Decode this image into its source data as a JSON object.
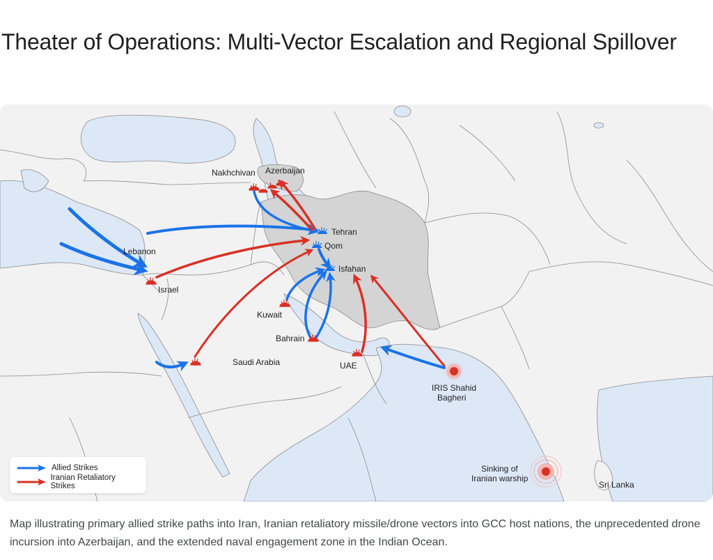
{
  "title": "Theater of Operations: Multi-Vector Escalation and Regional Spillover",
  "colors": {
    "allied": "#1a73e8",
    "iranian": "#d93025",
    "land": "#f2f2f2",
    "water": "#dde8f7",
    "iran_highlight": "#d4d4d4",
    "border": "#8a8a8a"
  },
  "map": {
    "labels": {
      "nakhchivan": "Nakhchivan",
      "azerbaijan": "Azerbaijan",
      "tehran": "Tehran",
      "qom": "Qom",
      "isfahan": "Isfahan",
      "lebanon": "Lebanon",
      "israel": "Israel",
      "kuwait": "Kuwait",
      "bahrain": "Bahrain",
      "saudi_arabia": "Saudi Arabia",
      "uae": "UAE",
      "iris_line1": "IRIS Shahid",
      "iris_line2": "Bagheri",
      "sinking_line1": "Sinking of",
      "sinking_line2": "Iranian warship",
      "sri_lanka": "Sri Lanka"
    },
    "allied_targets": [
      "Tehran",
      "Qom",
      "Isfahan"
    ],
    "iranian_targets": [
      "Nakhchivan",
      "Azerbaijan",
      "Israel",
      "Kuwait",
      "Bahrain",
      "UAE",
      "Saudi Arabia (Red Sea coast)"
    ],
    "naval_markers": [
      "IRIS Shahid Bagheri",
      "Sinking of Iranian warship"
    ]
  },
  "legend": {
    "allied": "Allied Strikes",
    "iranian": "Iranian Retaliatory Strikes"
  },
  "caption": "Map illustrating primary allied strike paths into Iran, Iranian retaliatory missile/drone vectors into GCC host nations, the unprecedented drone incursion into Azerbaijan, and the extended naval engagement zone in the Indian Ocean."
}
